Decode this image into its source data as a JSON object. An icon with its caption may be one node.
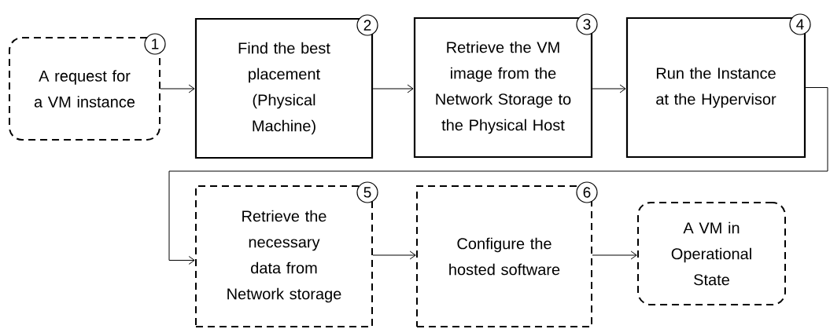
{
  "diagram": {
    "nodes": [
      {
        "text": [
          "A request for a VM instance",
          "1"
        ]
      },
      {
        "text": [
          "Find the best placement (Physical Machine)",
          "2"
        ]
      },
      {
        "text": [
          "Retrieve the VM image from the Network Storage to the Physical Host",
          "3"
        ]
      },
      {
        "text": [
          "Run the Instance at the Hypervisor",
          "4"
        ]
      },
      {
        "text": [
          "Retrieve the necessary data from Network storage",
          "5"
        ]
      },
      {
        "text": [
          "Configure the hosted software",
          "6"
        ]
      },
      {
        "text": [
          "A VM in Operational State"
        ]
      }
    ],
    "edges": [
      {
        "from": 0,
        "to": 1,
        "arrow": "to"
      },
      {
        "from": 1,
        "to": 2,
        "arrow": "to"
      },
      {
        "from": 2,
        "to": 3,
        "arrow": "to"
      },
      {
        "from": 3,
        "to": 4,
        "arrow": "to"
      },
      {
        "from": 4,
        "to": 5,
        "arrow": "to"
      },
      {
        "from": 5,
        "to": 6,
        "arrow": "to"
      }
    ]
  }
}
